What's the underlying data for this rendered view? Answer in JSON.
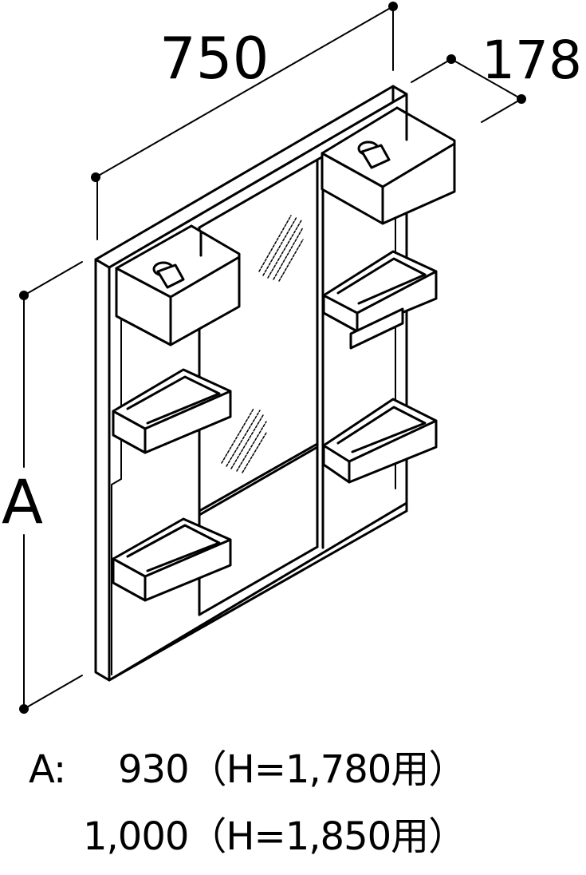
{
  "dimensions": {
    "width": "750",
    "depth": "178",
    "height_label": "A"
  },
  "notes": {
    "line1_label": "A:",
    "line1_value": "930（H=1,780用）",
    "line2_value": "1,000（H=1,850用）"
  },
  "colors": {
    "line": "#000000",
    "panel_fill": "#ffffff",
    "mirror_hatch": "#000000"
  }
}
